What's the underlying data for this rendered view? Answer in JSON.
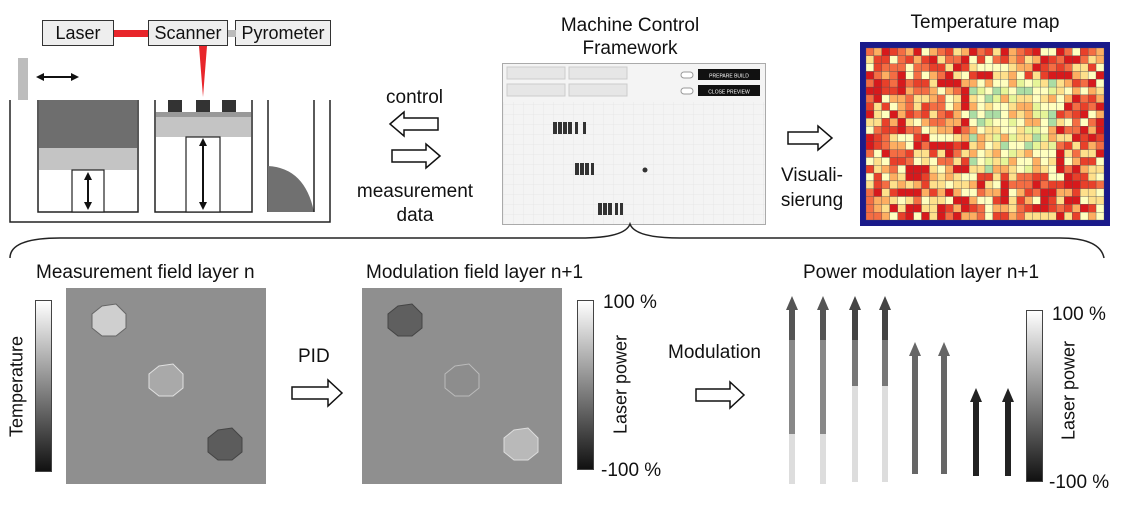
{
  "top": {
    "laser": "Laser",
    "scanner": "Scanner",
    "pyrometer": "Pyrometer",
    "control": "control",
    "measurement_line1": "measurement",
    "measurement_line2": "data",
    "mcf_line1": "Machine Control",
    "mcf_line2": "Framework",
    "visual_line1": "Visuali-",
    "visual_line2": "sierung",
    "temp_map_title": "Temperature map"
  },
  "mcf_ui": {
    "prepare_button": "PREPARE BUILD",
    "close_button": "CLOSE PREVIEW"
  },
  "bottom": {
    "measurement_title": "Measurement field layer n",
    "modulation_title": "Modulation field layer n+1",
    "power_title": "Power modulation layer n+1",
    "temperature_axis": "Temperature",
    "laser_power_axis": "Laser power",
    "pct_max": "100 %",
    "pct_min": "-100 %",
    "pid": "PID",
    "modulation": "Modulation"
  },
  "colors": {
    "laser_red": "#e8262b",
    "map_border": "#1a1a8a",
    "powder_dark": "#707070",
    "powder_light": "#c4c4c4"
  }
}
